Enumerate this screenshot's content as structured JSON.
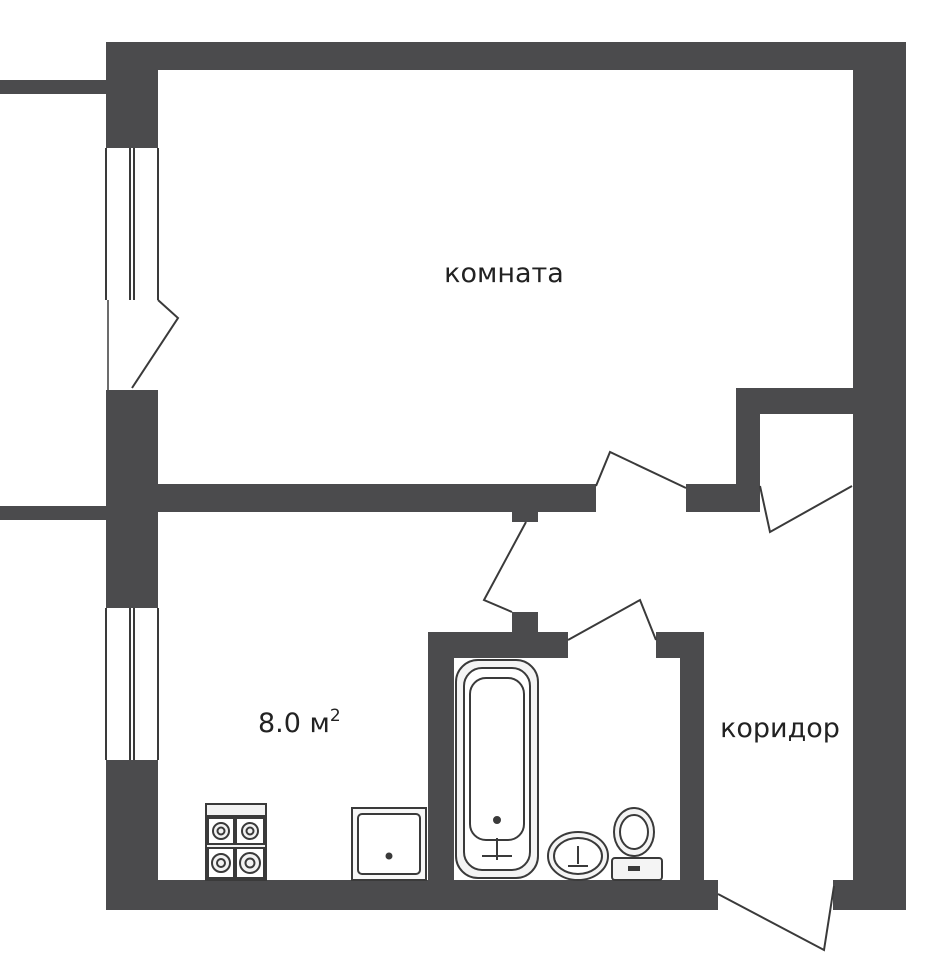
{
  "rooms": {
    "room": {
      "label": "комната"
    },
    "kitchen": {
      "area_value": "8.0 м",
      "area_unit_sup": "2"
    },
    "corridor": {
      "label": "коридор"
    }
  },
  "colors": {
    "wall": "#4b4b4d",
    "background": "#ffffff",
    "line": "#3a3a3a",
    "fixture_fill": "#f2f2f2"
  }
}
